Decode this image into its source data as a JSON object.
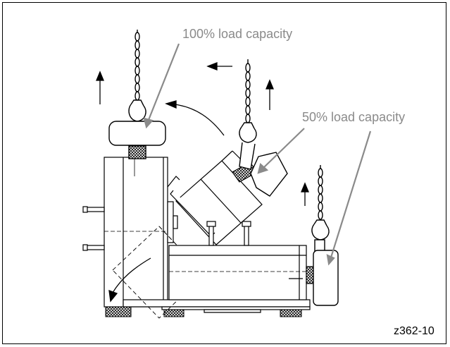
{
  "labels": {
    "full_capacity": "100% load capacity",
    "half_capacity": "50% load capacity"
  },
  "figure_ref": "z362-10",
  "colors": {
    "line": "#000000",
    "callout": "#8a8a8a",
    "hatch": "#000000"
  },
  "icons": [
    "hoist-chain-icon",
    "lifting-hook-icon",
    "direction-arrow-icon",
    "rotation-arrow-icon"
  ]
}
